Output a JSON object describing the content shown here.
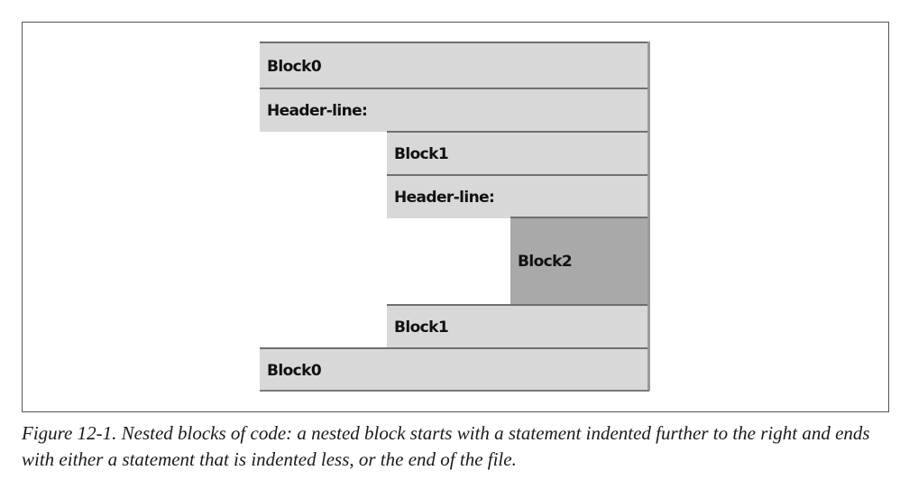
{
  "diagram": {
    "blocks": [
      {
        "label": "Block0"
      },
      {
        "label": "Header-line:"
      },
      {
        "label": "Block1"
      },
      {
        "label": "Header-line:"
      },
      {
        "label": "Block2"
      },
      {
        "label": "Block1"
      },
      {
        "label": "Block0"
      }
    ]
  },
  "caption": "Figure 12-1. Nested blocks of code: a nested block starts with a statement indented further to the right and ends with either a statement that is indented less, or the end of the file."
}
